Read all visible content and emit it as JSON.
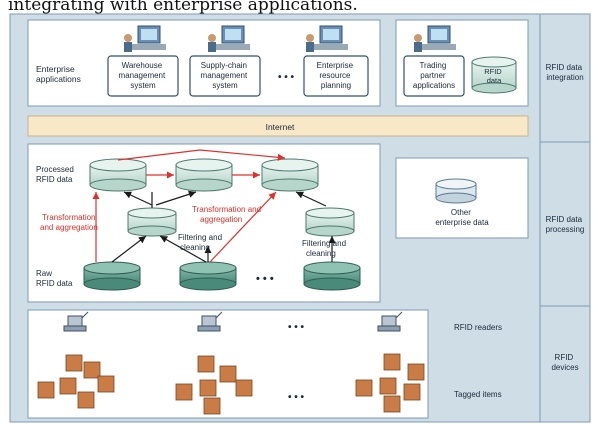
{
  "header_fragment": "integrating with enterprise applications.",
  "integration": {
    "enterprise_label": [
      "Enterprise",
      "applications"
    ],
    "systems": [
      [
        "Warehouse",
        "management",
        "system"
      ],
      [
        "Supply-chain",
        "management",
        "system"
      ],
      [
        "Enterprise",
        "resource",
        "planning"
      ]
    ],
    "trading_partner": [
      "Trading",
      "partner",
      "applications"
    ],
    "rfid_data": [
      "RFID",
      "data"
    ]
  },
  "internet_label": "Internet",
  "processing": {
    "processed_label": [
      "Processed",
      "RFID data"
    ],
    "raw_label": [
      "Raw",
      "RFID data"
    ],
    "transformation_left": [
      "Transformation",
      "and aggregation"
    ],
    "transformation_mid": [
      "Transformation and",
      "aggregation"
    ],
    "filtering_left": [
      "Filtering and",
      "cleaning"
    ],
    "filtering_right": [
      "Filtering and",
      "cleaning"
    ],
    "other_data": [
      "Other",
      "enterprise data"
    ]
  },
  "devices": {
    "readers_label": "RFID readers",
    "tagged_label": "Tagged items"
  },
  "right_column": {
    "integration": [
      "RFID data",
      "integration"
    ],
    "processing": [
      "RFID data",
      "processing"
    ],
    "devices": [
      "RFID",
      "devices"
    ]
  },
  "ellipsis": "• • •",
  "colors": {
    "panel_bg": "#cfdde7",
    "panel_border": "#7e9bb0",
    "internet_bar": "#f8e8c8",
    "cylinder_processed": "#cfe6de",
    "cylinder_raw": "#5c9c8c",
    "arrow_red": "#e0302a",
    "box_orange": "#c97c45"
  }
}
